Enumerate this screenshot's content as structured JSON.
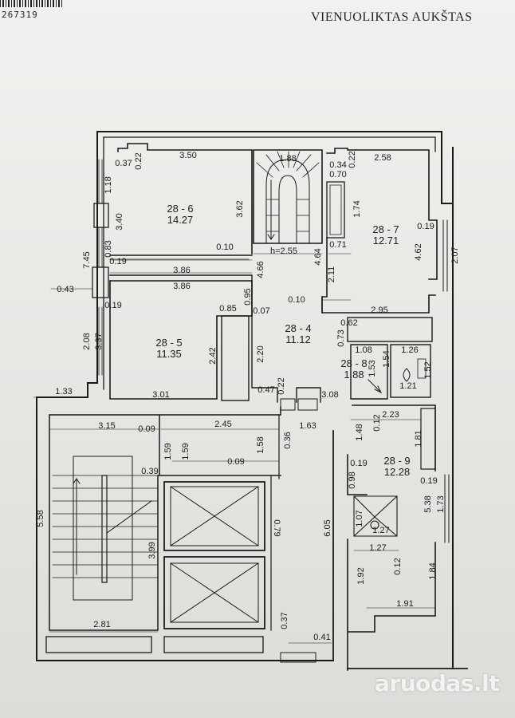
{
  "header": {
    "doc_number": "267319",
    "title": "VIENUOLIKTAS AUKŠTAS"
  },
  "rooms": [
    {
      "id": "28 - 6",
      "area": "14.27"
    },
    {
      "id": "28 - 7",
      "area": "12.71"
    },
    {
      "id": "28 - 5",
      "area": "11.35"
    },
    {
      "id": "28 - 4",
      "area": "11.12"
    },
    {
      "id": "28 - 8",
      "area": "1.88"
    },
    {
      "id": "28 - 9",
      "area": "12.28"
    }
  ],
  "height_note": "h=2.55",
  "dimensions": {
    "d_037": "0.37",
    "d_022a": "0.22",
    "d_350": "3.50",
    "d_188": "1.88",
    "d_034": "0.34",
    "d_022b": "0.22",
    "d_258": "2.58",
    "d_070": "0.70",
    "d_118": "1.18",
    "d_340": "3.40",
    "d_362": "3.62",
    "d_174": "1.74",
    "d_019a": "0.19",
    "d_462": "4.62",
    "d_207": "2.07",
    "d_745": "7.45",
    "d_083": "0.83",
    "d_019b": "0.19",
    "d_010a": "0.10",
    "d_h255": "h=2.55",
    "d_071": "0.71",
    "d_466": "4.66",
    "d_464": "4.64",
    "d_211": "2.11",
    "d_386a": "3.86",
    "d_386b": "3.86",
    "d_043": "0.43",
    "d_019c": "0.19",
    "d_095": "0.95",
    "d_010b": "0.10",
    "d_085": "0.85",
    "d_007": "0.07",
    "d_062": "0.62",
    "d_295": "2.95",
    "d_208": "2.08",
    "d_337": "3.37",
    "d_073": "0.73",
    "d_108": "1.08",
    "d_126": "1.26",
    "d_242": "2.42",
    "d_220": "2.20",
    "d_154": "1.54",
    "d_153": "1.53",
    "d_152": "1.52",
    "d_121": "1.21",
    "d_133": "1.33",
    "d_301": "3.01",
    "d_047": "0.47",
    "d_022c": "0.22",
    "d_308": "3.08",
    "d_223": "2.23",
    "d_012a": "0.12",
    "d_315": "3.15",
    "d_009a": "0.09",
    "d_245": "2.45",
    "d_163": "1.63",
    "d_159a": "1.59",
    "d_159b": "1.59",
    "d_158": "1.58",
    "d_036": "0.36",
    "d_148": "1.48",
    "d_181": "1.81",
    "d_039": "0.39",
    "d_009b": "0.09",
    "d_019d": "0.19",
    "d_098": "0.98",
    "d_019e": "0.19",
    "d_558": "5.58",
    "d_079": "0.79",
    "d_107": "1.07",
    "d_127a": "1.27",
    "d_538": "5.38",
    "d_173": "1.73",
    "d_605": "6.05",
    "d_399": "3.99",
    "d_127b": "1.27",
    "d_012b": "0.12",
    "d_192": "1.92",
    "d_184": "1.84",
    "d_191": "1.91",
    "d_281": "2.81",
    "d_037b": "0.37",
    "d_041": "0.41"
  },
  "watermark": "aruodas.lt",
  "colors": {
    "line": "#1a1a1a",
    "paper": "#ececea"
  }
}
